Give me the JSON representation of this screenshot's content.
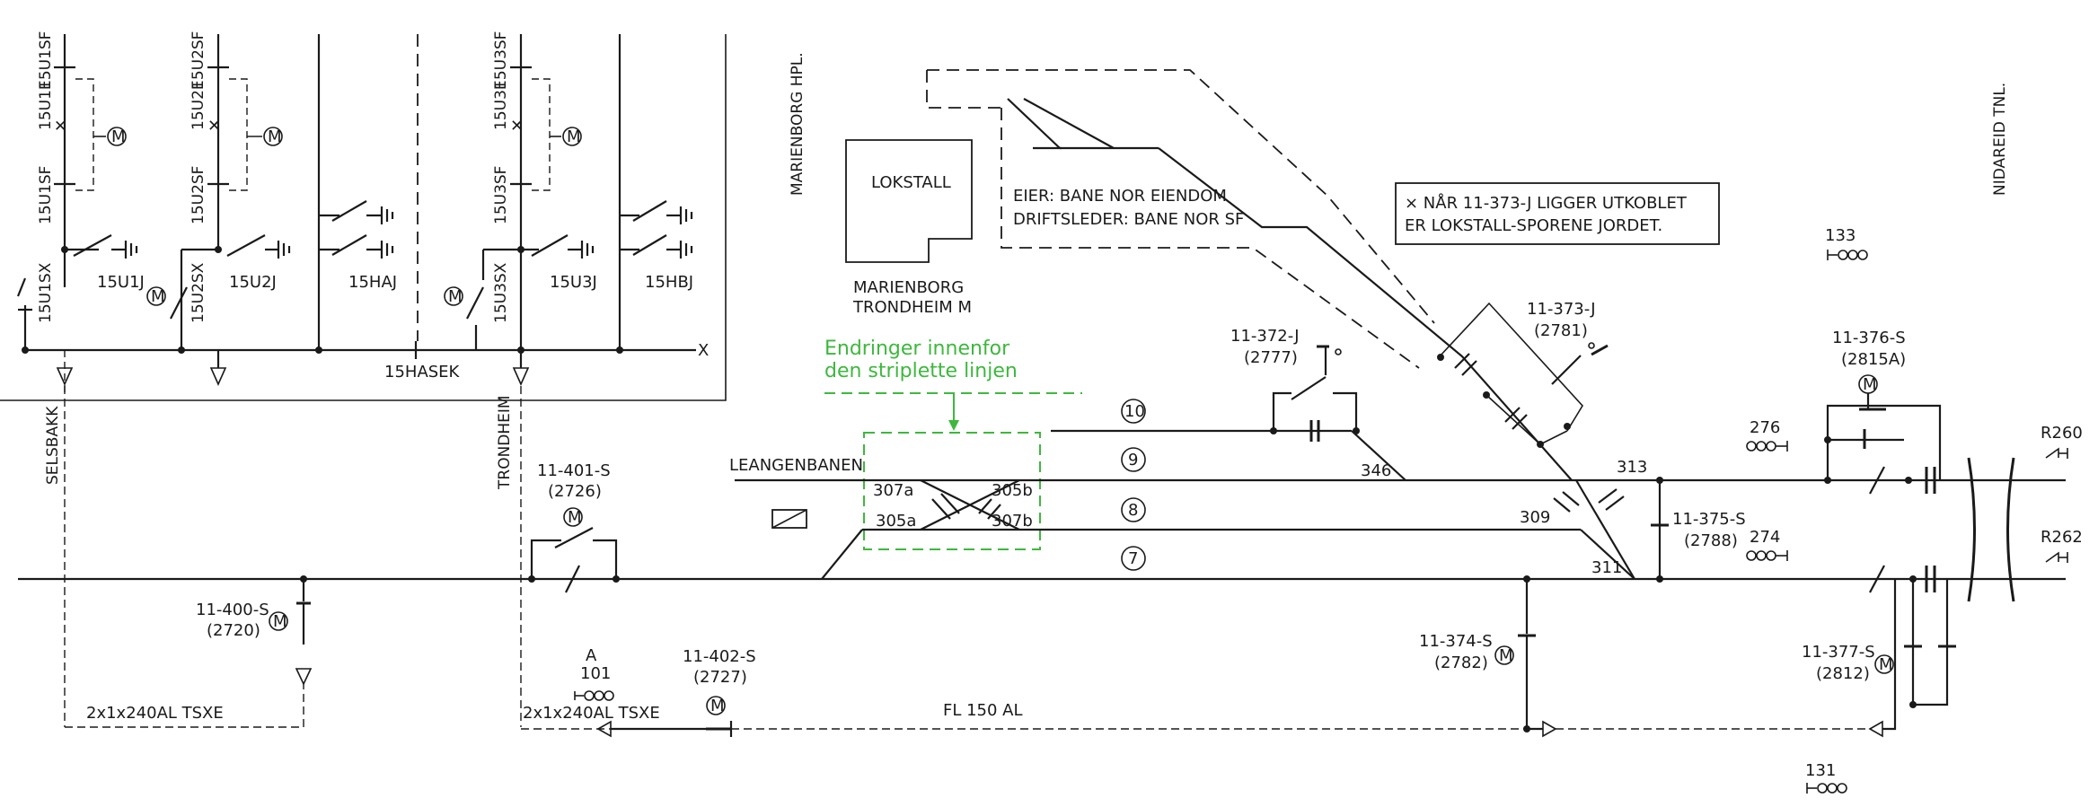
{
  "colors": {
    "ink": "#1a1a1a",
    "green_note": "#3db83d",
    "background": "#ffffff"
  },
  "panel": {
    "feeders": [
      "15U1SF",
      "15U1E",
      "15U1SF",
      "15U2SF",
      "15U2E",
      "15U2SF",
      "15U3SF",
      "15U3E",
      "15U3SF"
    ],
    "earth_switches": [
      "15U1J",
      "15U2J",
      "15HAJ",
      "15U3J",
      "15HBJ"
    ],
    "breakers": [
      "15U1SX",
      "15U2SX",
      "15U3SX"
    ],
    "bus_coupler": "15HASEK",
    "busbar_end": "X"
  },
  "places": {
    "selsbakk": "SELSBAKK",
    "trondheim": "TRONDHEIM",
    "marienborg_hpl": "MARIENBORG HPL.",
    "nidareid": "NIDAREID TNL.",
    "lokstall": "LOKSTALL",
    "marienborg_line1": "MARIENBORG",
    "marienborg_line2": "TRONDHEIM M",
    "leangenbanen": "LEANGENBANEN"
  },
  "owner_note": {
    "line1": "EIER: BANE NOR EIENDOM",
    "line2": "DRIFTSLEDER: BANE NOR SF"
  },
  "earthing_note": {
    "line1": "× NÅR 11-373-J LIGGER UTKOBLET",
    "line2": "ER LOKSTALL-SPORENE JORDET."
  },
  "change_note": {
    "line1": "Endringer innenfor",
    "line2": "den striplette linjen"
  },
  "tracks": [
    "10",
    "9",
    "8",
    "7"
  ],
  "points": [
    "307a",
    "305b",
    "305a",
    "307b",
    "346",
    "313",
    "309",
    "311"
  ],
  "switches": {
    "s401": {
      "id": "11-401-S",
      "num": "(2726)"
    },
    "s400": {
      "id": "11-400-S",
      "num": "(2720)"
    },
    "s402": {
      "id": "11-402-S",
      "num": "(2727)"
    },
    "j372": {
      "id": "11-372-J",
      "num": "(2777)"
    },
    "j373": {
      "id": "11-373-J",
      "num": "(2781)"
    },
    "s376": {
      "id": "11-376-S",
      "num": "(2815A)"
    },
    "s375": {
      "id": "11-375-S",
      "num": "(2788)"
    },
    "s374": {
      "id": "11-374-S",
      "num": "(2782)"
    },
    "s377": {
      "id": "11-377-S",
      "num": "(2812)"
    }
  },
  "signals": {
    "a_letter": "A",
    "a_num": "101",
    "s133": "133",
    "s276": "276",
    "s274": "274",
    "s131": "131",
    "r260": "R260",
    "r262": "R262"
  },
  "cables": {
    "c1": "2x1x240AL TSXE",
    "c2": "2x1x240AL TSXE",
    "fl": "FL 150 AL"
  },
  "motor_symbol": "M"
}
